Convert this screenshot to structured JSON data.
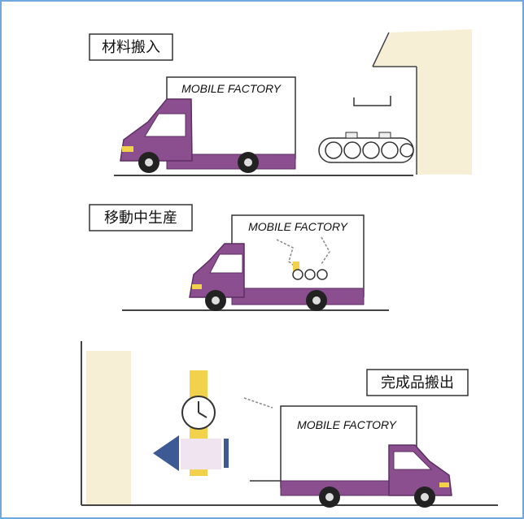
{
  "scenes": {
    "material_intake": {
      "label": "材料搬入",
      "truck_text": "MOBILE FACTORY"
    },
    "production_in_transit": {
      "label": "移動中生産",
      "truck_text": "MOBILE FACTORY"
    },
    "product_delivery": {
      "label": "完成品搬出",
      "truck_text": "MOBILE FACTORY"
    }
  },
  "colors": {
    "truck_body": "#8b4f8f",
    "truck_dark": "#5d2f63",
    "building": "#f6eed5",
    "yellow": "#f1d24a",
    "arrow_blue": "#3d5a94",
    "frame": "#6fa8dc"
  },
  "icons": [
    "truck-icon",
    "conveyor-icon",
    "robot-arm-icon",
    "clock-icon",
    "arrow-left-icon",
    "factory-building-icon"
  ]
}
